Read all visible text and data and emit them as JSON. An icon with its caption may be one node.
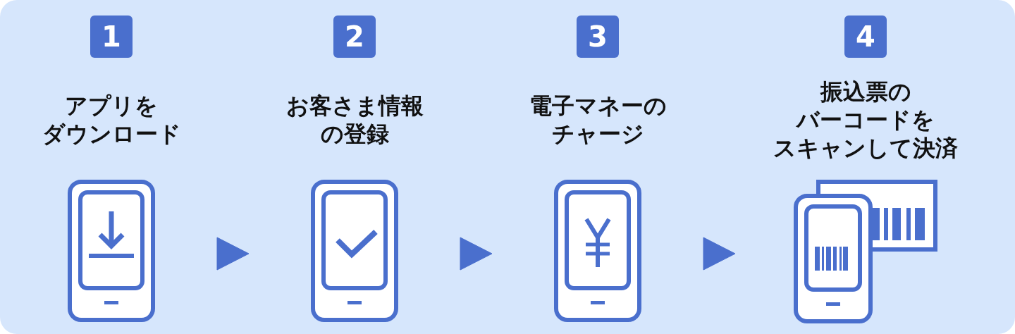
{
  "diagram": {
    "nodes": [
      {
        "text": [
          "1",
          "アプリをダウンロード"
        ]
      },
      {
        "text": [
          "2",
          "お客さま情報の登録"
        ]
      },
      {
        "text": [
          "3",
          "電子マネーのチャージ"
        ]
      },
      {
        "text": [
          "4",
          "振込票のバーコードをスキャンして決済"
        ]
      }
    ],
    "edges": [
      {
        "from": 0,
        "to": 1,
        "arrow": "to"
      },
      {
        "from": 1,
        "to": 2,
        "arrow": "to"
      },
      {
        "from": 2,
        "to": 3,
        "arrow": "to"
      }
    ]
  }
}
